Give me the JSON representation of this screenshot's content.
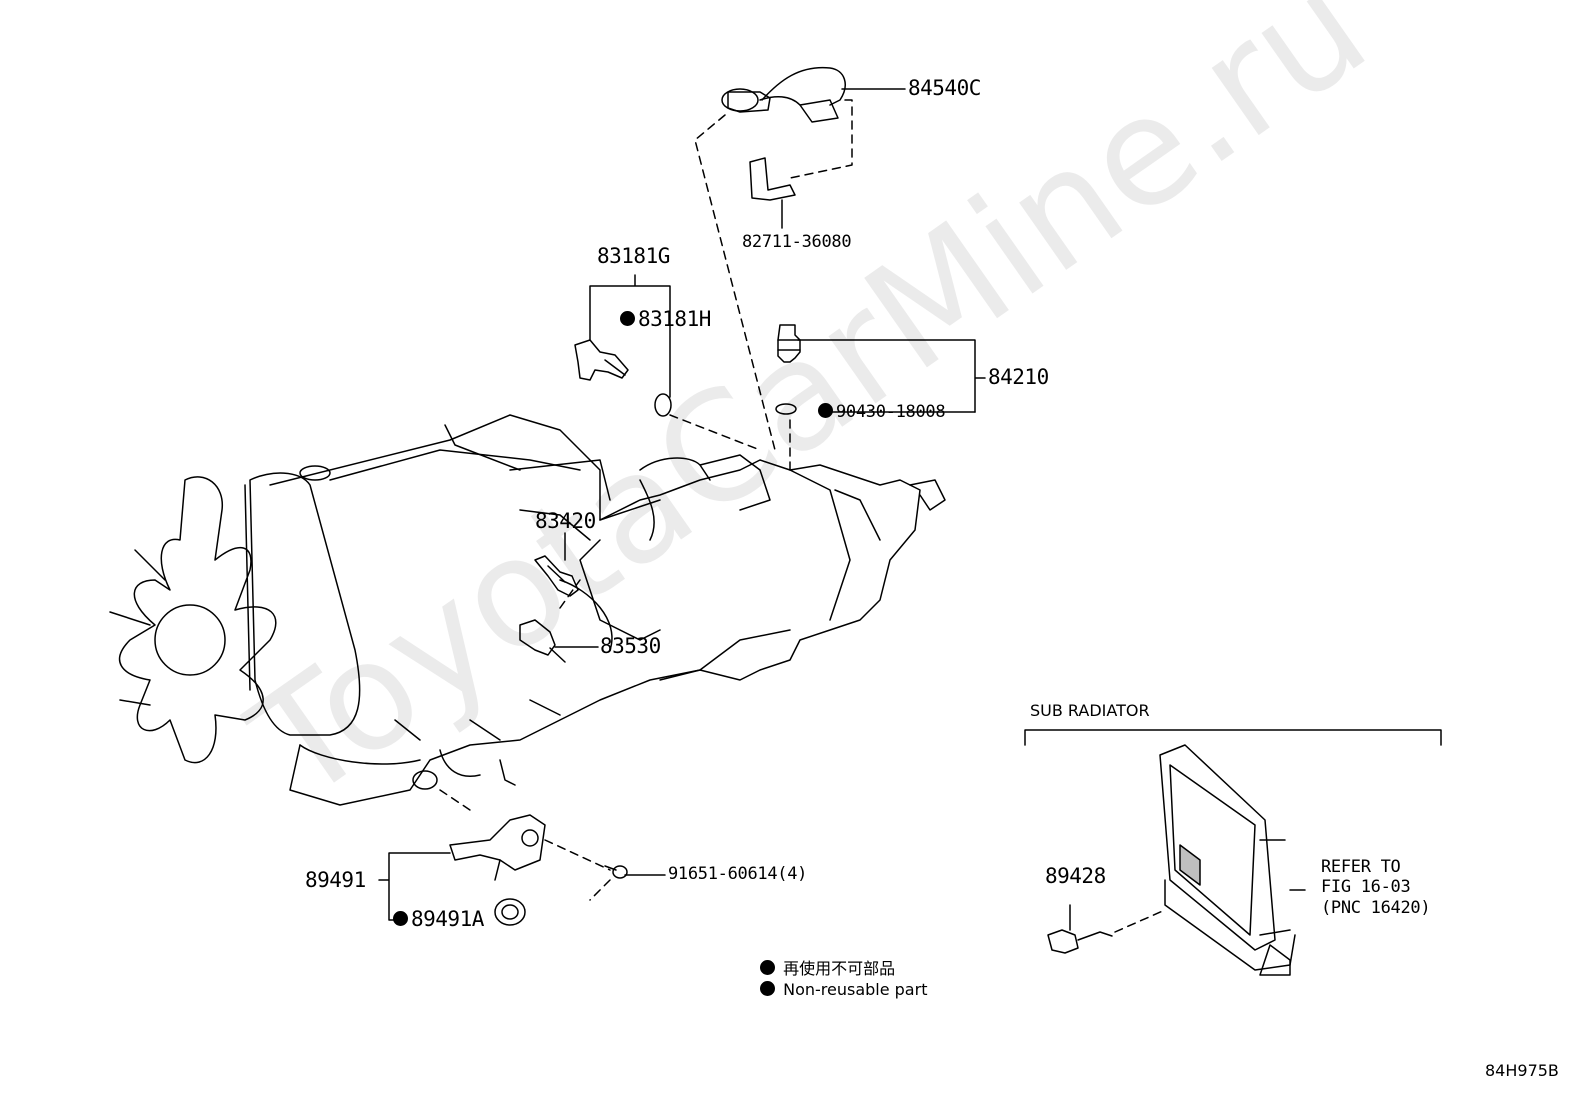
{
  "watermark": "ToyotaCarMine.ru",
  "parts": {
    "p84540C": "84540C",
    "p82711": "82711-36080",
    "p83181G": "83181G",
    "p83181H": "83181H",
    "p84210": "84210",
    "p90430": "90430-18008",
    "p83420": "83420",
    "p83530": "83530",
    "p89491": "89491",
    "p89491A": "89491A",
    "p91651": "91651-60614(4)",
    "p89428": "89428"
  },
  "sub_radiator": {
    "title": "SUB RADIATOR",
    "refer_line1": "REFER TO",
    "refer_line2": "FIG 16-03",
    "refer_line3": "(PNC 16420)"
  },
  "legend": {
    "japanese": "再使用不可部品",
    "english": "Non-reusable part"
  },
  "figure_code": "84H975B"
}
